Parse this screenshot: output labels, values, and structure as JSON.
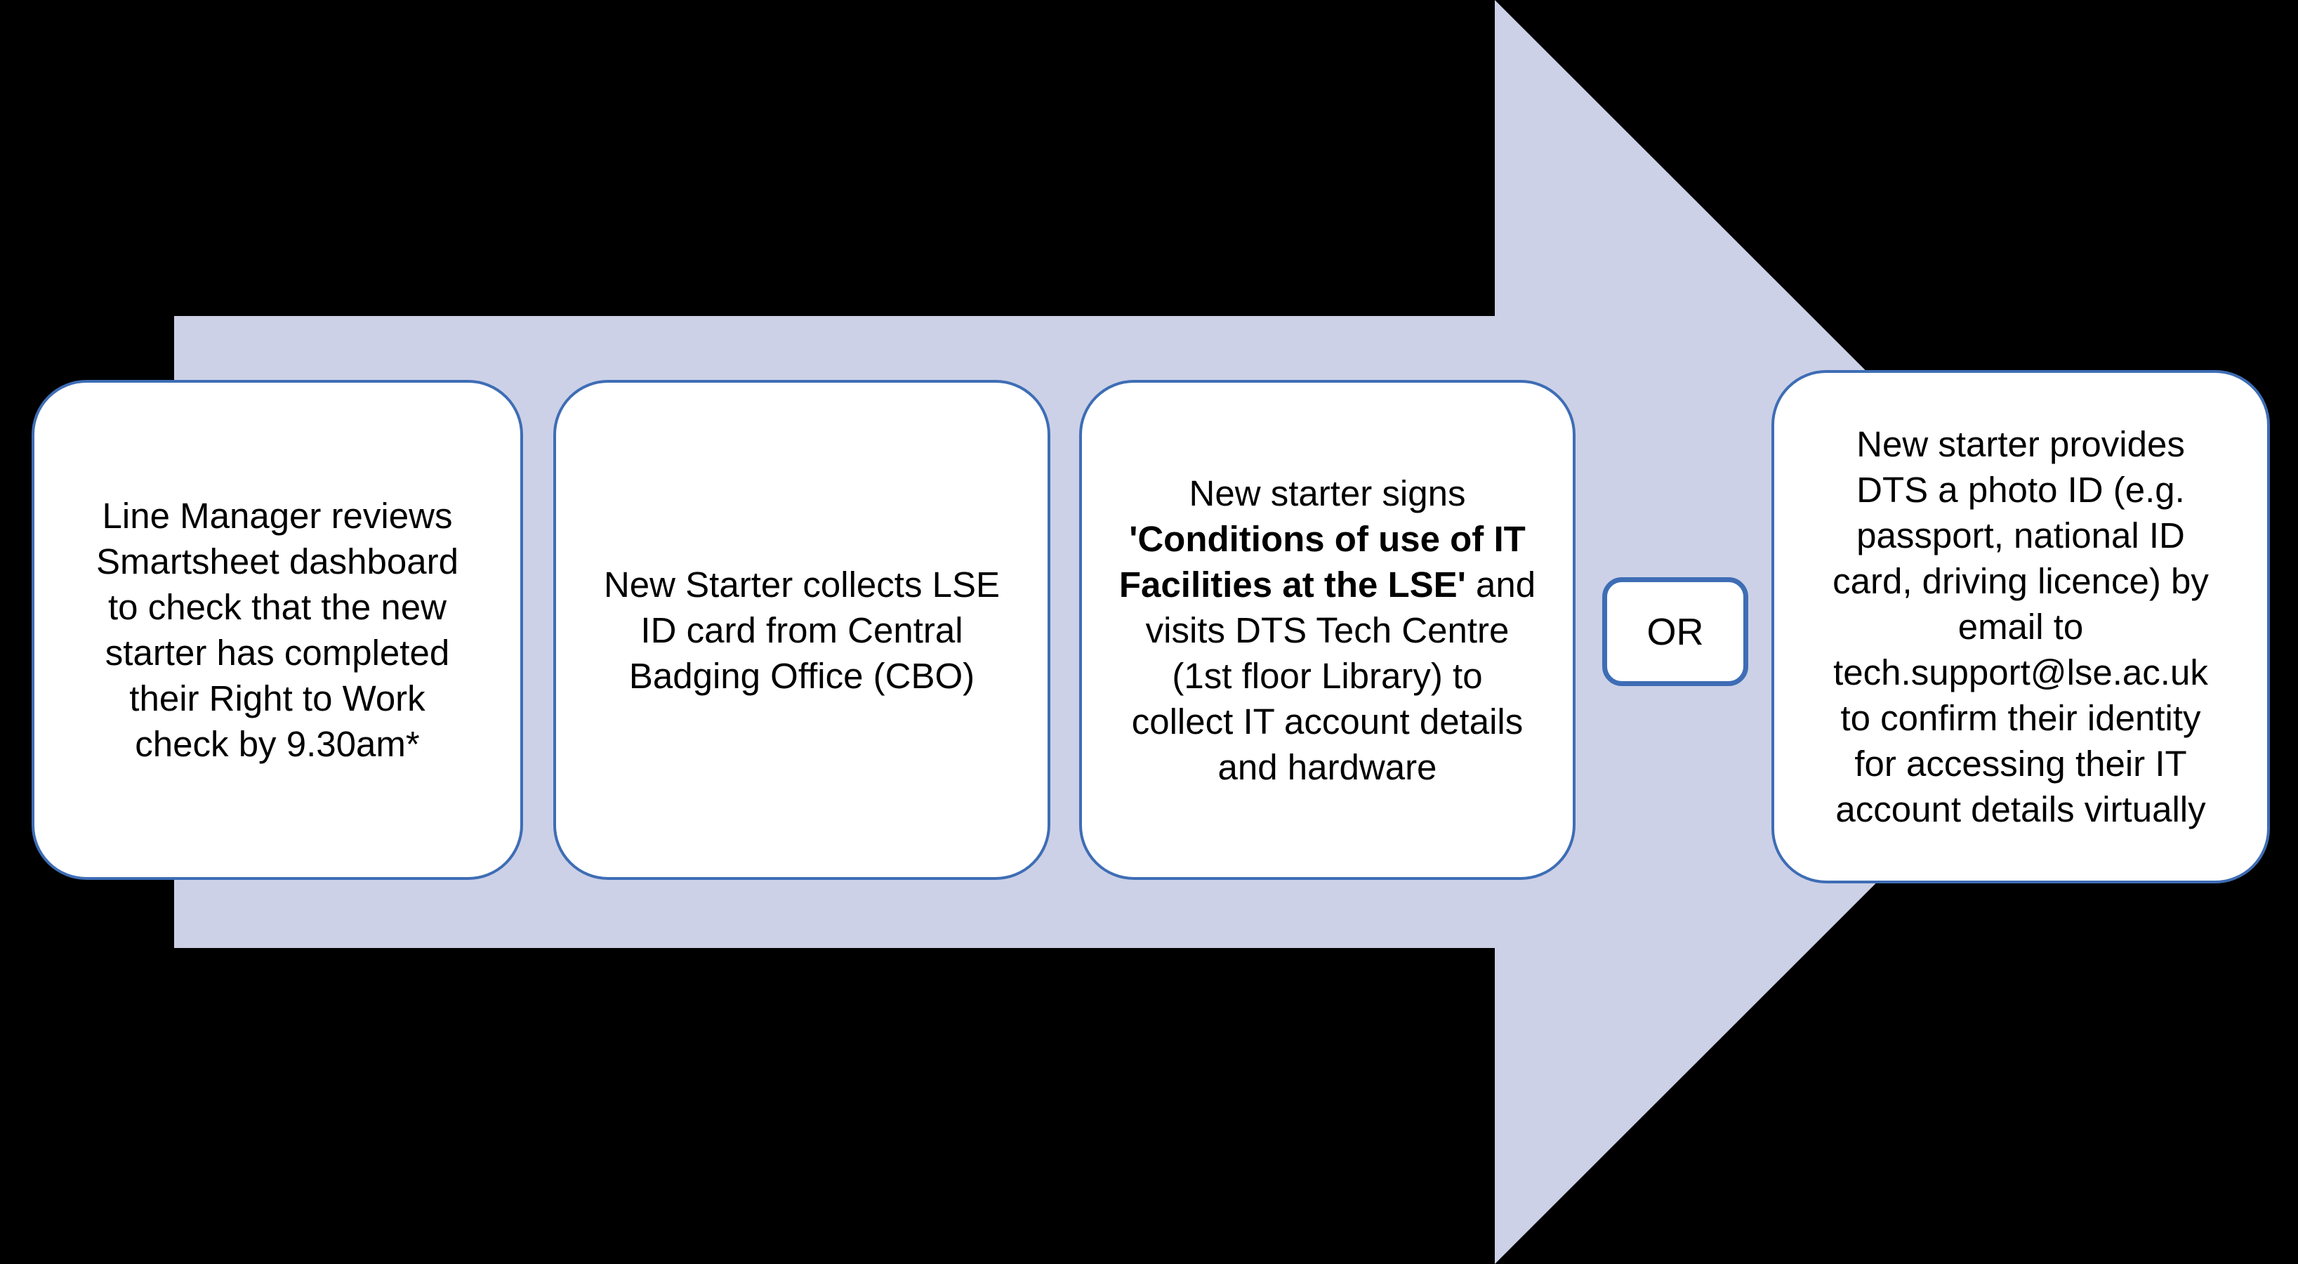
{
  "diagram": {
    "type": "process-flow-arrow",
    "background": "#000000",
    "colors": {
      "arrow_fill": "#CCD1E7",
      "box_fill": "#FFFFFF",
      "box_border": "#3E6DB5",
      "text": "#000000"
    },
    "or_label": "OR",
    "steps": [
      {
        "name": "step-1",
        "lines": [
          "Line Manager reviews",
          "Smartsheet dashboard",
          "to check that the new",
          "starter has completed",
          "their Right to Work",
          "check by 9.30am*"
        ]
      },
      {
        "name": "step-2",
        "lines": [
          "New Starter collects LSE",
          "ID card from Central",
          "Badging Office (CBO)"
        ]
      },
      {
        "name": "step-3",
        "lines": [
          [
            {
              "t": "New starter signs"
            }
          ],
          [
            {
              "t": "'Conditions of use of IT",
              "b": true
            }
          ],
          [
            {
              "t": "Facilities at the LSE'",
              "b": true
            },
            {
              "t": " and"
            }
          ],
          [
            {
              "t": "visits DTS Tech Centre"
            }
          ],
          [
            {
              "t": "(1st floor Library) to"
            }
          ],
          [
            {
              "t": "collect IT account details"
            }
          ],
          [
            {
              "t": "and hardware"
            }
          ]
        ]
      },
      {
        "name": "step-4",
        "lines": [
          "New starter provides",
          "DTS a photo ID (e.g.",
          "passport, national ID",
          "card, driving licence) by",
          "email to",
          "tech.support@lse.ac.uk",
          "to confirm their identity",
          "for accessing their IT",
          "account details virtually"
        ]
      }
    ]
  }
}
